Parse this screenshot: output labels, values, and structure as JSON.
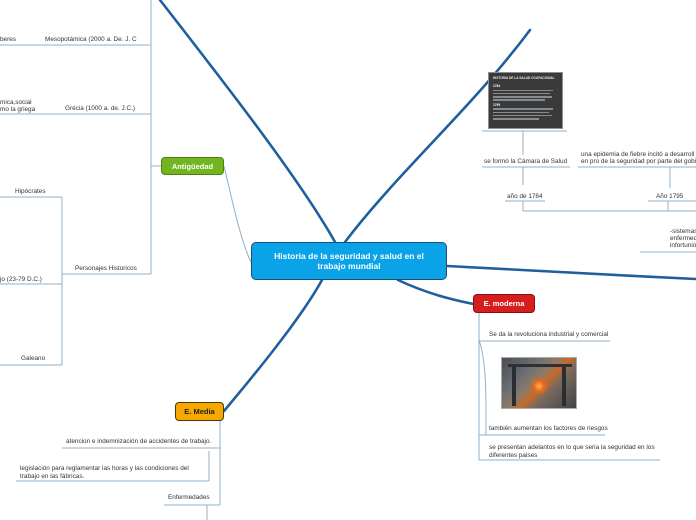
{
  "central": {
    "label": "Historia de la seguridad y salud en el trabajo mundial"
  },
  "antiguedad": {
    "label": "Antigüedad",
    "items": {
      "beres": "beres",
      "mesopotamia": "Mesopotámica (2000 a. De. J. C",
      "economica": "mica,social",
      "griega": "mo la griega",
      "grecia": "Grécia (1000 a. de. J.C.)",
      "personajes": "Personajes Historicos",
      "hipocrates": "Hipócrates",
      "plinio": "jo (23-79 D.C.)",
      "galeano": "Galeano"
    }
  },
  "media": {
    "label": "E. Media",
    "items": {
      "atencion": "atencion e indemnización de accidentes de trabajo.",
      "legislacion": "legislación para reglamentar las horas y las condiciones del trabajo en las fábricas.",
      "enfermedades": "Enfermedades"
    }
  },
  "moderna": {
    "label": "E. moderna",
    "items": {
      "revolucion": "Se da la revoluciona industrial y comercial",
      "factores": "también aumentan los factores de riesgos",
      "adelantos": "se presentan adelantos en lo que seria la seguridad en los diferentes paises"
    }
  },
  "top_right": {
    "camara": "se formó la Cámara de Salud",
    "ano1784": "año de 1784",
    "epidemia_l1": "una epidemia de fiebre  incitó a desarroll",
    "epidemia_l2": "en pro de la seguridad por parte del gobi",
    "ano1795": "Año 1795",
    "sistemas_l1": "-sistemas",
    "sistemas_l2": "enfermed",
    "sistemas_l3": "infortunio"
  },
  "slide": {
    "title": "HISTORIA DE LA SALUD OCUPACIONAL",
    "year1": "1784",
    "year2": "1795"
  },
  "colors": {
    "branch_line": "#1f5f9e",
    "sub_line": "#8db0cc",
    "central_fill": "#0aa3e8",
    "antiguedad_fill": "#72b51e",
    "media_fill": "#f7a800",
    "moderna_fill": "#d61e1e"
  },
  "icons": {
    "slide_image": "presentation-slide-image",
    "factory_image": "factory-photo-image"
  }
}
